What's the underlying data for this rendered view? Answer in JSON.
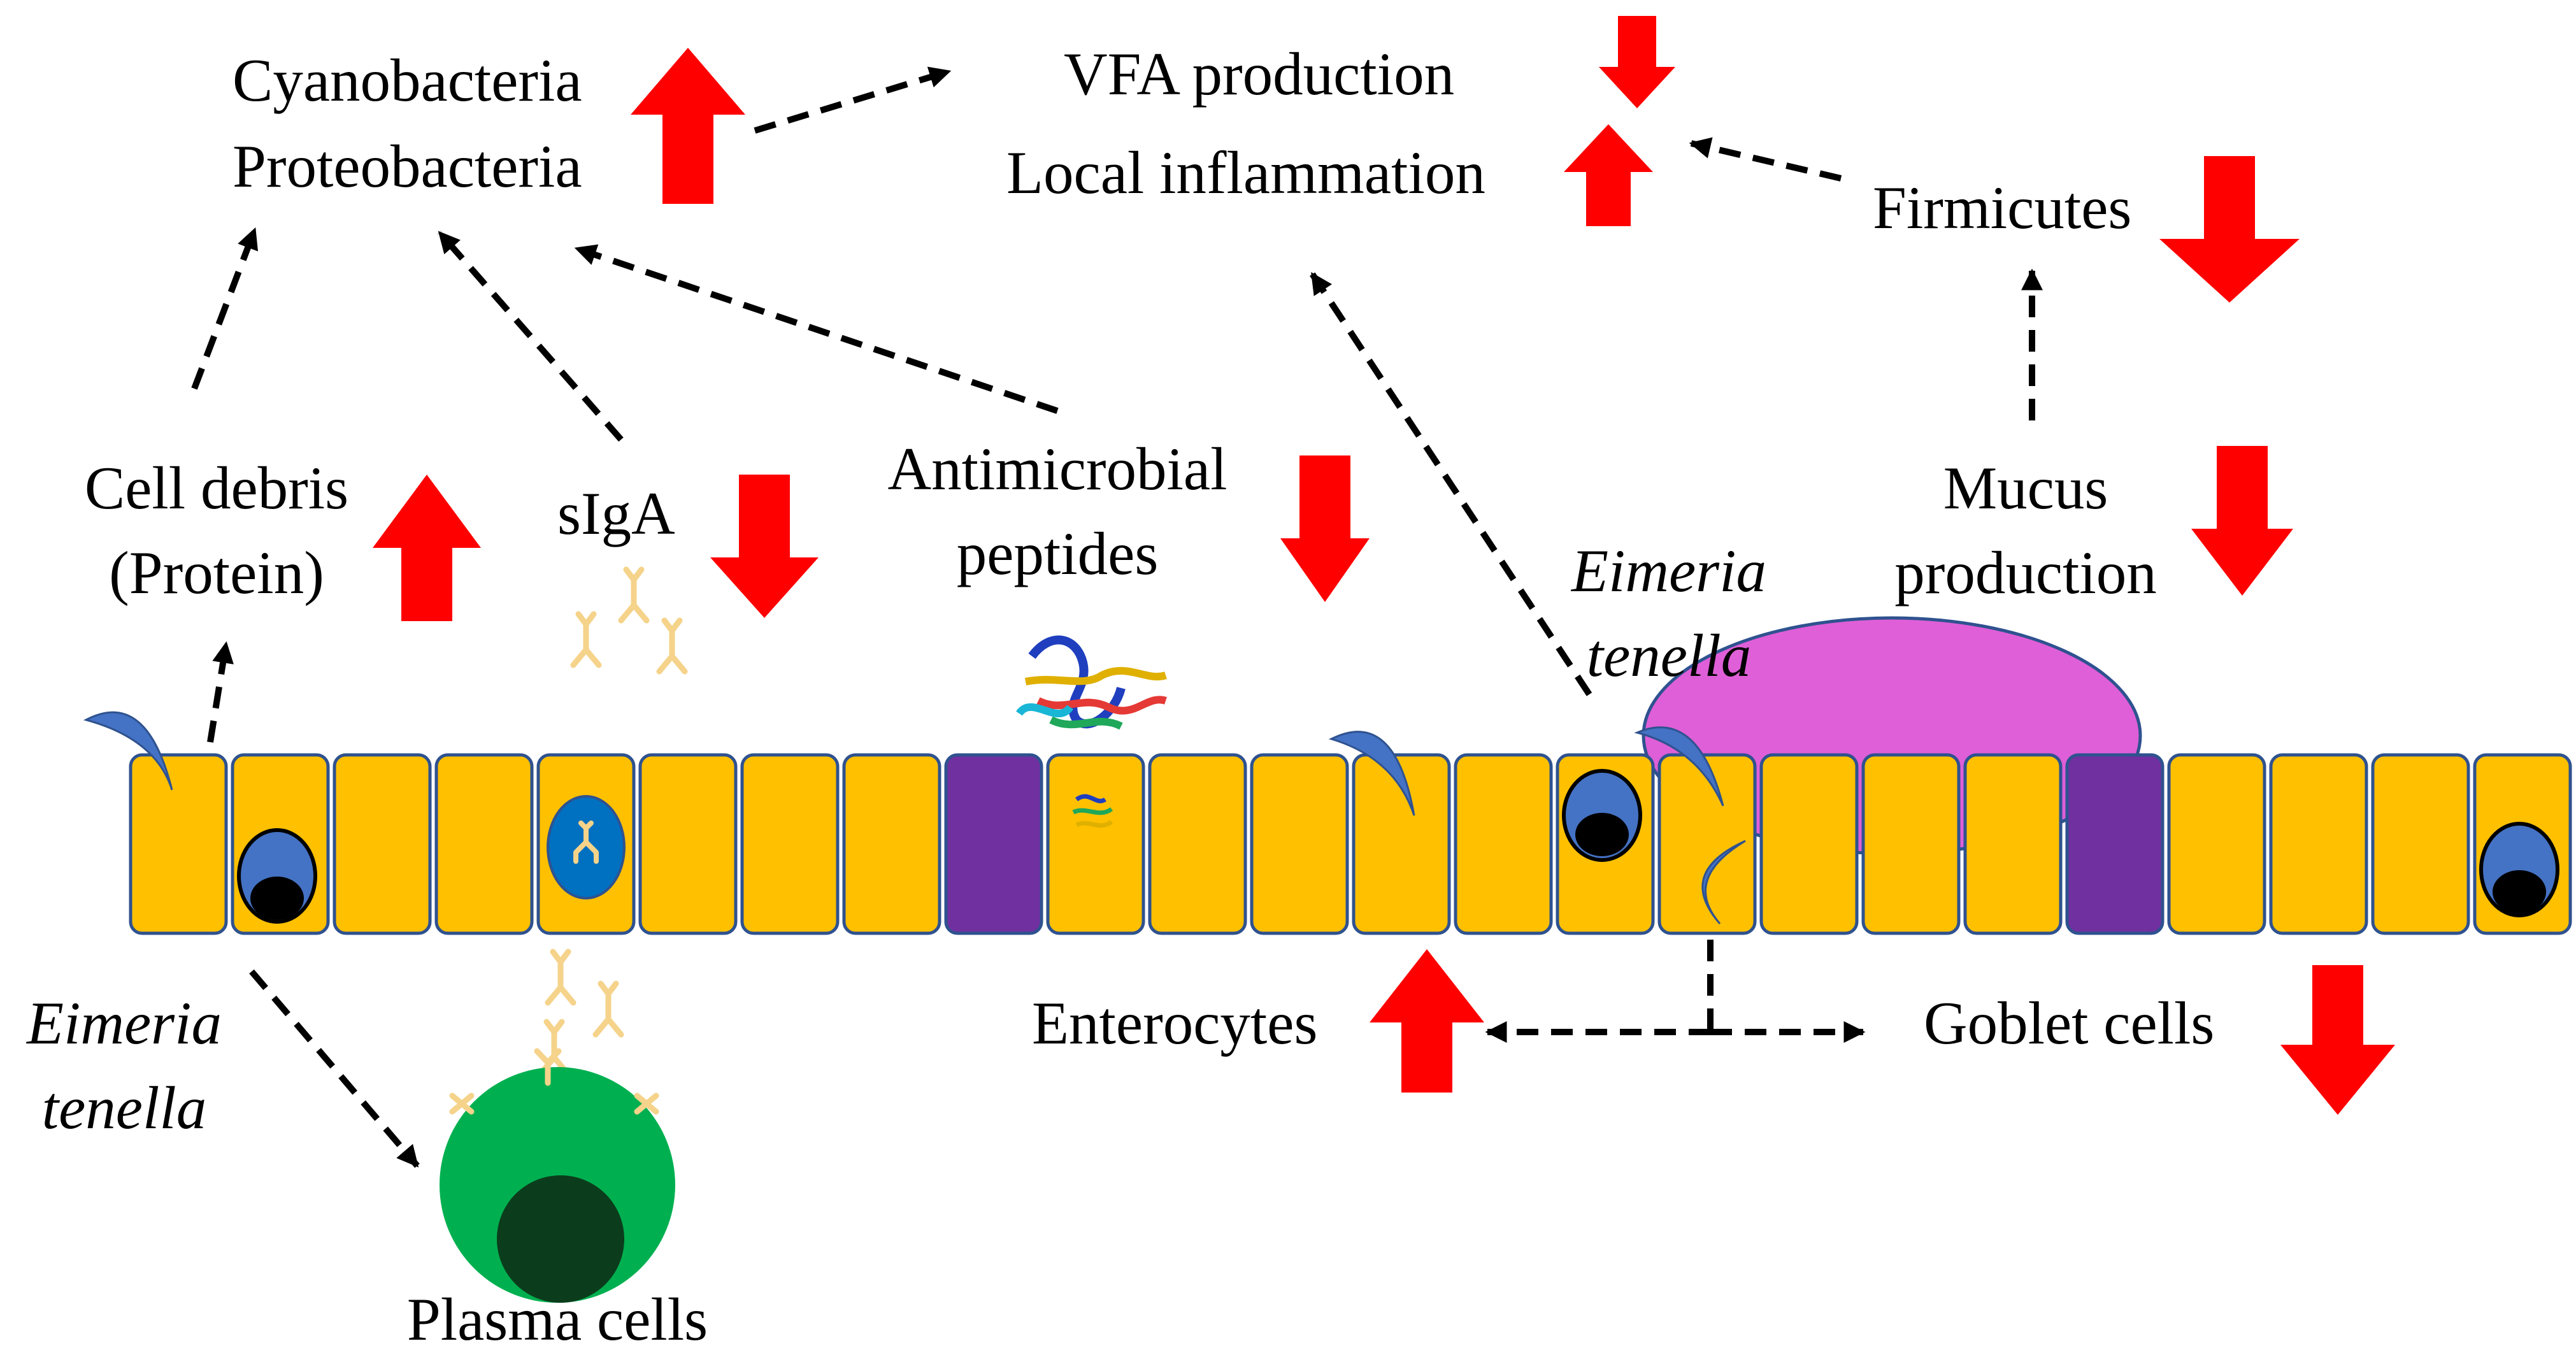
{
  "labels": {
    "cyanobacteria": "Cyanobacteria",
    "proteobacteria": "Proteobacteria",
    "vfa": "VFA production",
    "inflammation": "Local inflammation",
    "firmicutes": "Firmicutes",
    "cell_debris_1": "Cell debris",
    "cell_debris_2": "(Protein)",
    "siga": "sIgA",
    "amp_1": "Antimicrobial",
    "amp_2": "peptides",
    "mucus_1": "Mucus",
    "mucus_2": "production",
    "eimeria_right_1": "Eimeria",
    "eimeria_right_2": "tenella",
    "eimeria_left_1": "Eimeria",
    "eimeria_left_2": "tenella",
    "enterocytes": "Enterocytes",
    "goblet": "Goblet cells",
    "plasma": "Plasma cells"
  },
  "colors": {
    "cell_fill": "#FFC000",
    "cell_stroke": "#2F528F",
    "goblet_cell": "#7030A0",
    "parasite": "#4472C4",
    "arrow_red": "#FF0000",
    "mucus": "#DF5FD8",
    "plasma_cell": "#00B050",
    "plasma_nucleus": "#0B3D1C",
    "antibody": "#F5D38A"
  }
}
